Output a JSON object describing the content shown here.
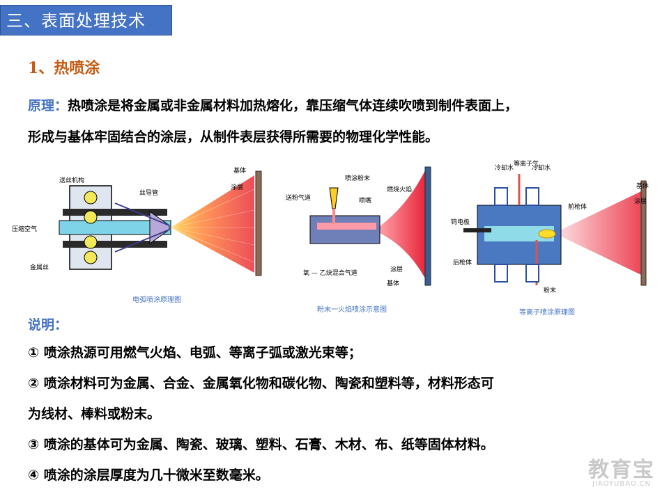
{
  "header": {
    "title": "三、表面处理技术"
  },
  "section": {
    "heading": "1、热喷涂"
  },
  "principle": {
    "label": "原理：",
    "line1": "热喷涂是将金属或非金属材料加热熔化，靠压缩气体连续吹喷到制件表面上，",
    "line2": "形成与基体牢固结合的涂层，从制件表层获得所需要的物理化学性能。"
  },
  "figures": {
    "arc": {
      "caption": "电弧喷涂原理图",
      "labels": {
        "wire_feed": "送丝机构",
        "wire_guide": "丝导管",
        "compressed_air": "压缩空气",
        "metal_wire": "金属丝",
        "substrate": "基体",
        "coating": "涂层"
      }
    },
    "powder": {
      "caption": "粉末一火焰喷涂示意图",
      "labels": {
        "spray_powder": "喷涂粉末",
        "flame": "燃烧火焰",
        "powder_gas": "送粉气道",
        "nozzle": "喷嘴",
        "gas_mix": "氧 — 乙炔混合气道",
        "coating": "涂层",
        "substrate": "基体"
      }
    },
    "plasma": {
      "caption": "等离子喷涂原理图",
      "labels": {
        "cool_water_1": "冷却水",
        "plasma_gas": "等离子气",
        "cool_water_2": "冷却水",
        "front_body": "前枪体",
        "tungsten_electrode": "钨电极",
        "rear_body": "后枪体",
        "powder": "粉末",
        "substrate": "基体",
        "coating": "涂层"
      }
    }
  },
  "notes": {
    "heading": "说明：",
    "items": [
      "① 喷涂热源可用燃气火焰、电弧、等离子弧或激光束等；",
      "② 喷涂材料可为金属、合金、金属氧化物和碳化物、陶瓷和塑料等，材料形态可",
      "为线材、棒料或粉末。",
      "③ 喷涂的基体可为金属、陶瓷、玻璃、塑料、石膏、木材、布、纸等固体材料。",
      "④ 喷涂的涂层厚度为几十微米至数毫米。"
    ]
  },
  "watermark": {
    "main": "教育宝",
    "sub": "JIAOYUBAO.CN"
  },
  "colors": {
    "title_bg": "#4472c4",
    "heading": "#c55a11",
    "label_blue": "#4472c4",
    "spray_red": "#e8273a"
  }
}
